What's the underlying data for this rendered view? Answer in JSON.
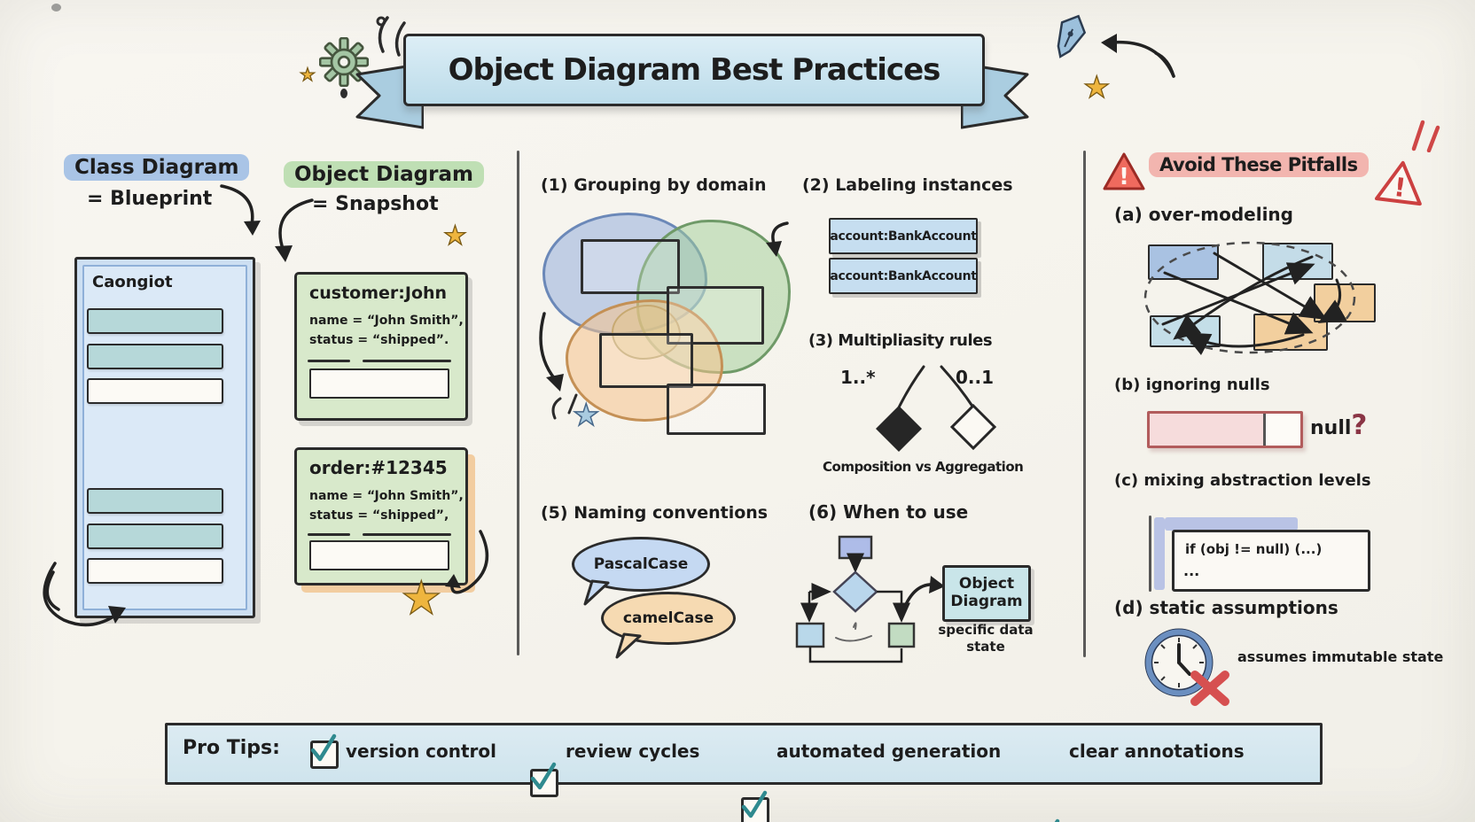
{
  "palette": {
    "ink": "#1d1d1d",
    "paper": "#f6f4ee",
    "banner_blue": "#c7e0ee",
    "highlight_blue": "#a9c4e6",
    "highlight_green": "#bfdfb4",
    "highlight_red": "#f2b5af",
    "teal_bar": "#b6d8d9",
    "green_box": "#d8e9cb",
    "orange_shadow": "#f2cda0",
    "account_blue": "#c6def0",
    "check_teal": "#2f8a8f",
    "warn_red": "#ef6a5e",
    "star_gold": "#eeb53e"
  },
  "banner": {
    "title": "Object Diagram Best Practices"
  },
  "class_section": {
    "heading_line1": "Class Diagram",
    "heading_line2": "= Blueprint",
    "box_title": "Caongiot"
  },
  "object_section": {
    "heading_line1": "Object Diagram",
    "heading_line2": "= Snapshot",
    "customer": {
      "title": "customer:John",
      "attr1": "name = “John Smith”,",
      "attr2": "status = “shipped”."
    },
    "order": {
      "title": "order:#12345",
      "attr1": "name = “John Smith”,",
      "attr2": "status = “shipped”,"
    }
  },
  "practices": {
    "grouping": {
      "heading": "(1) Grouping by domain"
    },
    "labeling": {
      "heading": "(2) Labeling instances",
      "instance1": "account:BankAccount",
      "instance2": "account:BankAccount"
    },
    "multiplicity": {
      "heading": "(3) Multipliasity rules",
      "left_label": "1..*",
      "right_label": "0..1",
      "caption": "Composition vs Aggregation"
    },
    "naming": {
      "heading": "(5) Naming conventions",
      "bubble1": "PascalCase",
      "bubble2": "camelCase"
    },
    "when": {
      "heading": "(6) When to use",
      "callout": "Object Diagram",
      "caption": "specific data state"
    }
  },
  "pitfalls": {
    "heading": "Avoid These Pitfalls",
    "a": {
      "label": "(a) over-modeling"
    },
    "b": {
      "label": "(b) ignoring nulls",
      "null_text": "null",
      "question_mark": "?"
    },
    "c": {
      "label": "(c) mixing abstraction levels",
      "code_line1": "if (obj != null) (...)",
      "code_line2": "..."
    },
    "d": {
      "label": "(d) static assumptions",
      "caption": "assumes immutable state"
    }
  },
  "pro_tips": {
    "label": "Pro Tips:",
    "items": [
      "version control",
      "review cycles",
      "automated generation",
      "clear annotations"
    ]
  }
}
